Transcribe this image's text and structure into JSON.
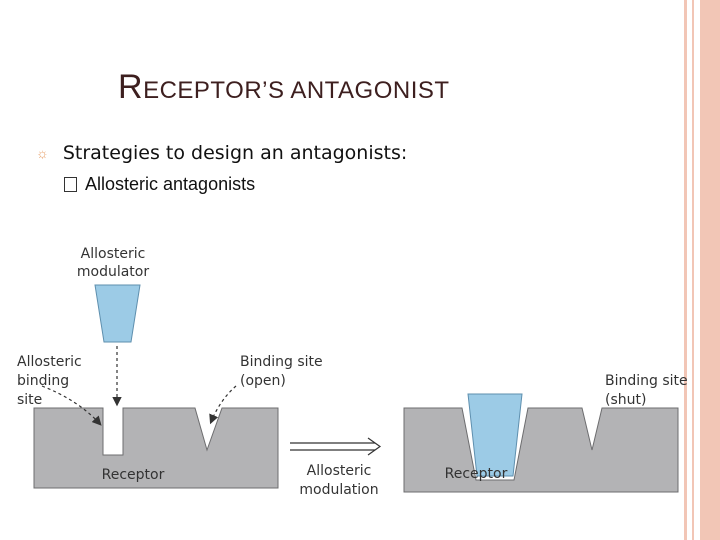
{
  "slide": {
    "title_first_letter": "R",
    "title_rest": "ECEPTOR’S ANTAGONIST",
    "bullet1": "Strategies to design an antagonists:",
    "bullet2": "Allosteric antagonists"
  },
  "diagram": {
    "label_modulator_line1": "Allosteric",
    "label_modulator_line2": "modulator",
    "label_allosteric_line1": "Allosteric",
    "label_allosteric_line2": "binding",
    "label_allosteric_line3": "site",
    "label_binding_open_line1": "Binding site",
    "label_binding_open_line2": "(open)",
    "label_receptor_left": "Receptor",
    "label_modulation_line1": "Allosteric",
    "label_modulation_line2": "modulation",
    "label_receptor_right": "Receptor",
    "label_binding_shut_line1": "Binding site",
    "label_binding_shut_line2": "(shut)"
  },
  "colors": {
    "receptor": "#b3b3b5",
    "modulator": "#9ccbe6",
    "title": "#3d1f1f",
    "accent": "#f2c6b6"
  }
}
